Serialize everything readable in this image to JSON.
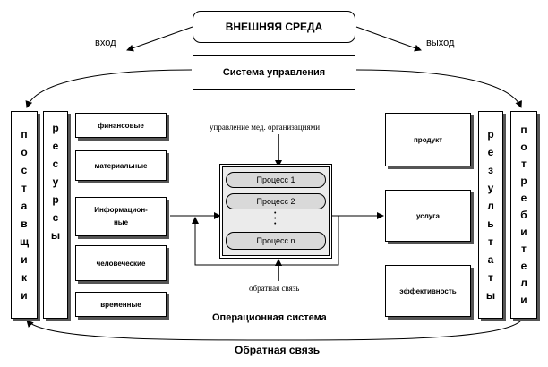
{
  "env": "ВНЕШНЯЯ СРЕДА",
  "input_label": "вход",
  "output_label": "выход",
  "control_system": "Система управления",
  "suppliers": [
    "п",
    "о",
    "с",
    "т",
    "а",
    "в",
    "щ",
    "и",
    "к",
    "и"
  ],
  "resources": [
    "р",
    "е",
    "с",
    "у",
    "р",
    "с",
    "ы"
  ],
  "resource_items": [
    "финансовые",
    "материальные",
    "Информацион-\nные",
    "человеческие",
    "временные"
  ],
  "management_label": "управление мед. организациями",
  "processes": [
    "Процесс 1",
    "Процесс 2",
    "Процесс n"
  ],
  "process_dots": "•\n•\n•",
  "feedback_inner": "обратная связь",
  "operating_system": "Операционная система",
  "results": [
    "р",
    "е",
    "з",
    "у",
    "л",
    "ь",
    "т",
    "а",
    "т",
    "ы"
  ],
  "consumers": [
    "п",
    "о",
    "т",
    "р",
    "е",
    "б",
    "и",
    "т",
    "е",
    "л",
    "и"
  ],
  "result_items": [
    "продукт",
    "услуга",
    "эффективность"
  ],
  "feedback_outer": "Обратная связь"
}
